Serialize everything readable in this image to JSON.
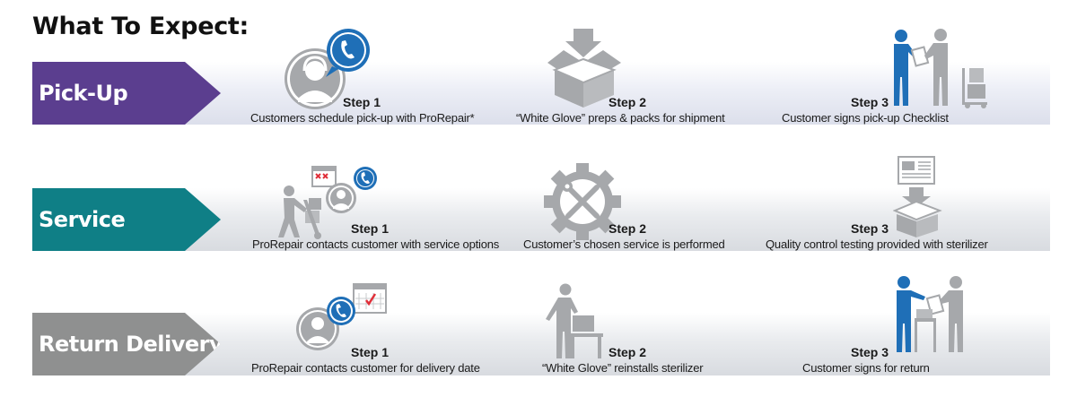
{
  "title": "What To Expect:",
  "colors": {
    "pickup": "#5b3e8f",
    "service": "#0f7f86",
    "return": "#8f9090",
    "icon_gray": "#a6a8ab",
    "icon_blue": "#1f6fb7"
  },
  "rows": [
    {
      "label": "Pick-Up",
      "steps": [
        {
          "num": "Step 1",
          "desc": "Customers schedule pick-up with ProRepair*",
          "icon": "headset-agent-phone-icon"
        },
        {
          "num": "Step 2",
          "desc": "“White Glove” preps & packs for shipment",
          "icon": "box-packing-icon"
        },
        {
          "num": "Step 3",
          "desc": "Customer signs pick-up Checklist",
          "icon": "sign-checklist-icon"
        }
      ]
    },
    {
      "label": "Service",
      "steps": [
        {
          "num": "Step 1",
          "desc": "ProRepair contacts customer with service options",
          "icon": "courier-calendar-agent-icon"
        },
        {
          "num": "Step 2",
          "desc": "Customer’s chosen service is performed",
          "icon": "gear-tools-icon"
        },
        {
          "num": "Step 3",
          "desc": "Quality control testing provided with sterilizer",
          "icon": "report-box-icon"
        }
      ]
    },
    {
      "label": "Return Delivery",
      "steps": [
        {
          "num": "Step 1",
          "desc": "ProRepair contacts customer for delivery date",
          "icon": "agent-calendar-icon"
        },
        {
          "num": "Step 2",
          "desc": "“White Glove” reinstalls sterilizer",
          "icon": "person-installing-icon"
        },
        {
          "num": "Step 3",
          "desc": "Customer signs for return",
          "icon": "sign-return-icon"
        }
      ]
    }
  ]
}
